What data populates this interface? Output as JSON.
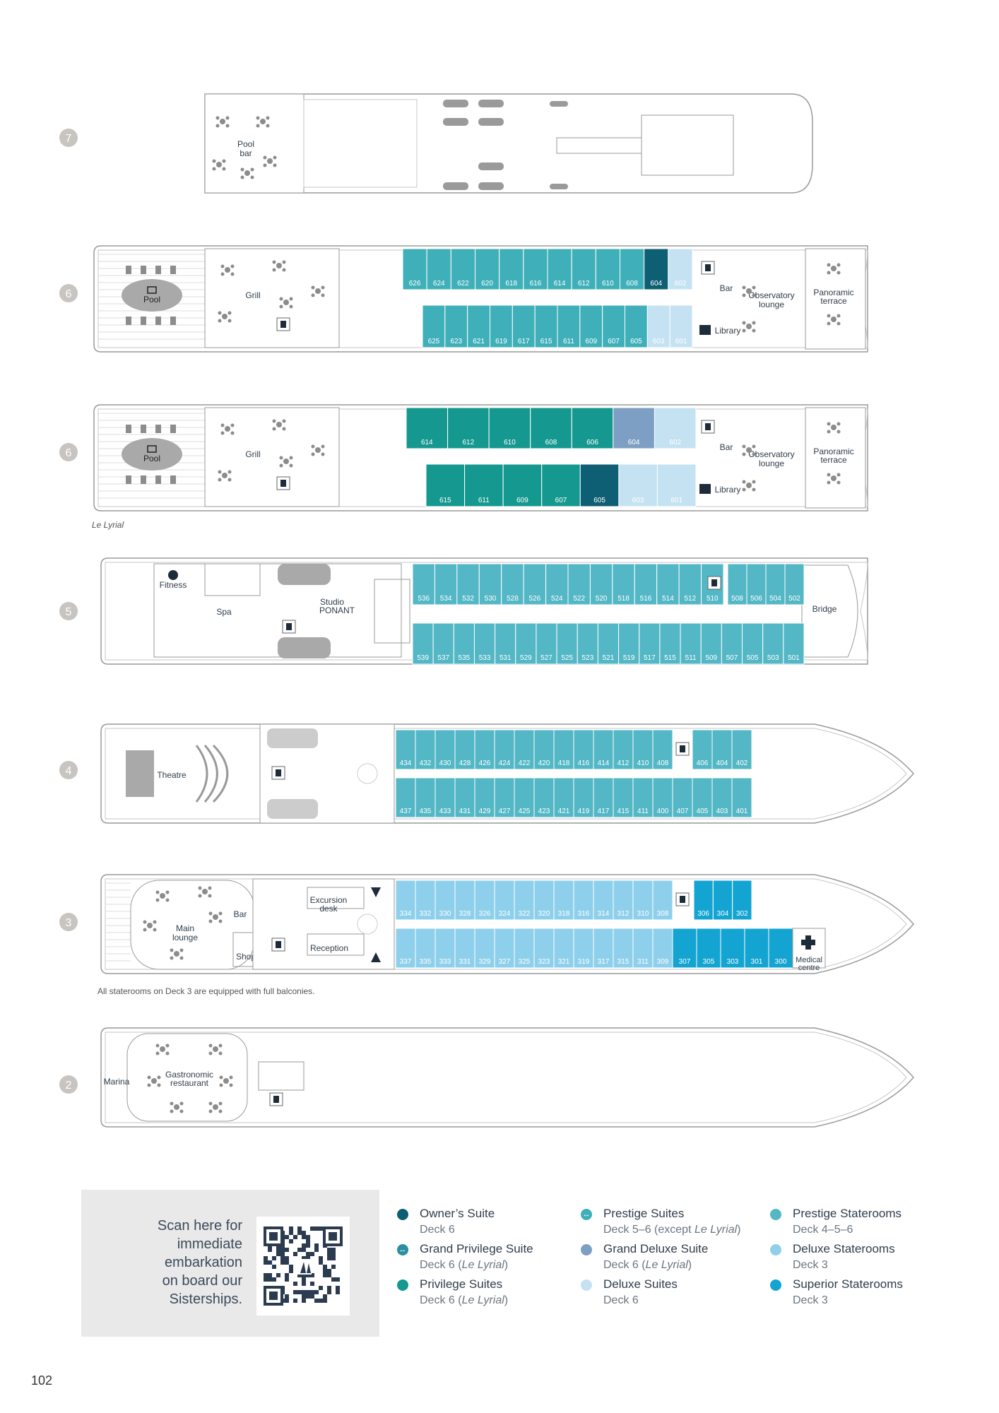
{
  "page_number": "102",
  "colors": {
    "owners": "#0e5f73",
    "grand_privilege": "#2a8fa0",
    "privilege": "#15988f",
    "prestige_suites": "#3fb0b9",
    "grand_deluxe": "#7d9fc4",
    "deluxe_suites": "#c5e2f3",
    "prestige_staterooms": "#53b7c6",
    "deluxe_staterooms": "#8ed0ec",
    "superior_staterooms": "#14a4d2",
    "deck_badge": "#c8c4c0",
    "outline": "#9a9a9a"
  },
  "decks": [
    {
      "number": "7",
      "labels": [
        "Pool",
        "bar"
      ]
    },
    {
      "number": "6",
      "labels": [
        "Pool",
        "Grill",
        "Bar",
        "Observatory",
        "lounge",
        "Panoramic",
        "terrace",
        "Library"
      ],
      "cabins_top": [
        {
          "n": "626",
          "c": "prestige_suites"
        },
        {
          "n": "624",
          "c": "prestige_suites"
        },
        {
          "n": "622",
          "c": "prestige_suites"
        },
        {
          "n": "620",
          "c": "prestige_suites"
        },
        {
          "n": "618",
          "c": "prestige_suites"
        },
        {
          "n": "616",
          "c": "prestige_suites"
        },
        {
          "n": "614",
          "c": "prestige_suites"
        },
        {
          "n": "612",
          "c": "prestige_suites"
        },
        {
          "n": "610",
          "c": "prestige_suites"
        },
        {
          "n": "608",
          "c": "prestige_suites"
        },
        {
          "n": "604",
          "c": "owners"
        },
        {
          "n": "602",
          "c": "deluxe_suites"
        }
      ],
      "cabins_bottom": [
        {
          "n": "625",
          "c": "prestige_suites"
        },
        {
          "n": "623",
          "c": "prestige_suites"
        },
        {
          "n": "621",
          "c": "prestige_suites"
        },
        {
          "n": "619",
          "c": "prestige_suites"
        },
        {
          "n": "617",
          "c": "prestige_suites"
        },
        {
          "n": "615",
          "c": "prestige_suites"
        },
        {
          "n": "611",
          "c": "prestige_suites"
        },
        {
          "n": "609",
          "c": "prestige_suites"
        },
        {
          "n": "607",
          "c": "prestige_suites"
        },
        {
          "n": "605",
          "c": "prestige_suites"
        },
        {
          "n": "603",
          "c": "deluxe_suites"
        },
        {
          "n": "601",
          "c": "deluxe_suites"
        }
      ]
    },
    {
      "number": "6",
      "caption": "Le Lyrial",
      "labels": [
        "Pool",
        "Grill",
        "Bar",
        "Observatory",
        "lounge",
        "Panoramic",
        "terrace",
        "Library"
      ],
      "cabins_top": [
        {
          "n": "614",
          "c": "privilege"
        },
        {
          "n": "612",
          "c": "privilege"
        },
        {
          "n": "610",
          "c": "privilege"
        },
        {
          "n": "608",
          "c": "privilege"
        },
        {
          "n": "606",
          "c": "privilege"
        },
        {
          "n": "604",
          "c": "grand_deluxe"
        },
        {
          "n": "602",
          "c": "deluxe_suites"
        }
      ],
      "cabins_bottom": [
        {
          "n": "615",
          "c": "privilege"
        },
        {
          "n": "611",
          "c": "privilege"
        },
        {
          "n": "609",
          "c": "privilege"
        },
        {
          "n": "607",
          "c": "privilege"
        },
        {
          "n": "605",
          "c": "owners"
        },
        {
          "n": "603",
          "c": "deluxe_suites"
        },
        {
          "n": "601",
          "c": "deluxe_suites"
        }
      ]
    },
    {
      "number": "5",
      "labels": [
        "Fitness",
        "Spa",
        "Studio",
        "PONANT",
        "Bridge"
      ],
      "cabins_top": [
        "536",
        "534",
        "532",
        "530",
        "528",
        "526",
        "524",
        "522",
        "520",
        "518",
        "516",
        "514",
        "512",
        "510",
        "508",
        "506",
        "504",
        "502"
      ],
      "cabins_bottom": [
        "539",
        "537",
        "535",
        "533",
        "531",
        "529",
        "527",
        "525",
        "523",
        "521",
        "519",
        "517",
        "515",
        "511",
        "509",
        "507",
        "505",
        "503",
        "501"
      ]
    },
    {
      "number": "4",
      "labels": [
        "Theatre"
      ],
      "cabins_top": [
        "434",
        "432",
        "430",
        "428",
        "426",
        "424",
        "422",
        "420",
        "418",
        "416",
        "414",
        "412",
        "410",
        "408",
        "406",
        "404",
        "402"
      ],
      "cabins_bottom": [
        "437",
        "435",
        "433",
        "431",
        "429",
        "427",
        "425",
        "423",
        "421",
        "419",
        "417",
        "415",
        "411",
        "400",
        "407",
        "405",
        "403",
        "401"
      ]
    },
    {
      "number": "3",
      "caption": "All staterooms on Deck 3 are equipped with full balconies.",
      "labels": [
        "Bar",
        "Main",
        "lounge",
        "Shop",
        "Excursion",
        "desk",
        "Reception",
        "Medical",
        "centre"
      ],
      "cabins_top": [
        "334",
        "332",
        "330",
        "328",
        "326",
        "324",
        "322",
        "320",
        "318",
        "316",
        "314",
        "312",
        "310",
        "308"
      ],
      "cabins_top_superior": [
        "306",
        "304",
        "302"
      ],
      "cabins_bottom": [
        "337",
        "335",
        "333",
        "331",
        "329",
        "327",
        "325",
        "323",
        "321",
        "319",
        "317",
        "315",
        "311",
        "309"
      ],
      "cabins_bottom_superior": [
        "307",
        "305",
        "303",
        "301",
        "300"
      ]
    },
    {
      "number": "2",
      "labels": [
        "Marina",
        "Gastronomic",
        "restaurant"
      ]
    }
  ],
  "qr_panel": {
    "text_lines": [
      "Scan here for",
      "immediate",
      "embarkation",
      "on board our",
      "Sisterships."
    ]
  },
  "legend": [
    {
      "key": "owners",
      "title": "Owner’s Suite",
      "sub": "Deck 6"
    },
    {
      "key": "grand_privilege",
      "title": "Grand Privilege Suite",
      "sub": "Deck 6 (Le Lyrial)",
      "icon": "arrow"
    },
    {
      "key": "privilege",
      "title": "Privilege Suites",
      "sub": "Deck 6 (Le Lyrial)"
    },
    {
      "key": "prestige_suites",
      "title": "Prestige Suites",
      "sub": "Deck 5–6 (except Le Lyrial)",
      "icon": "arrow"
    },
    {
      "key": "grand_deluxe",
      "title": "Grand Deluxe Suite",
      "sub": "Deck 6 (Le Lyrial)"
    },
    {
      "key": "deluxe_suites",
      "title": "Deluxe Suites",
      "sub": "Deck 6"
    },
    {
      "key": "prestige_staterooms",
      "title": "Prestige Staterooms",
      "sub": "Deck 4–5–6"
    },
    {
      "key": "deluxe_staterooms",
      "title": "Deluxe Staterooms",
      "sub": "Deck 3"
    },
    {
      "key": "superior_staterooms",
      "title": "Superior Staterooms",
      "sub": "Deck 3"
    }
  ]
}
